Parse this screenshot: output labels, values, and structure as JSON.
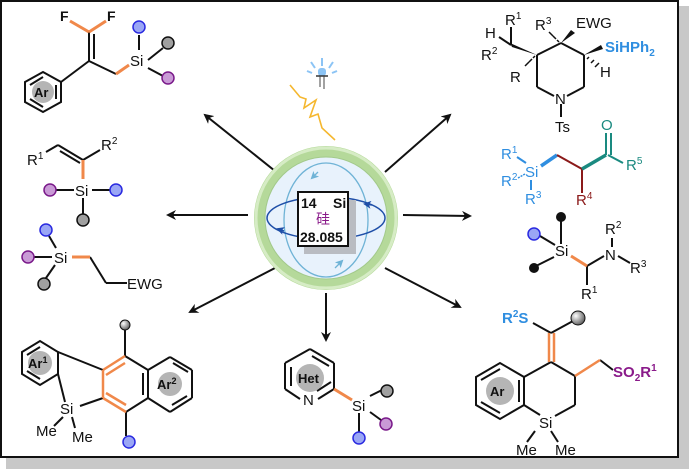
{
  "title": "Silicon-centered photochemical transformations overview",
  "colors": {
    "accent_orange": "#f0884a",
    "ring_green": "#b5d99a",
    "inner_blue": "#e8f2fc",
    "orbit_dark": "#1f4fa8",
    "orbit_light": "#6fb3d6",
    "si_blue": "#2f8ee0",
    "teal": "#1a8a80",
    "dark_red": "#8b1a1a",
    "purple": "#8a1a8a",
    "ball_blue": "#9aa6f5",
    "ball_purple": "#c99ad6",
    "ball_gray": "#a0a0a0"
  },
  "center": {
    "element": {
      "atomic_number": "14",
      "symbol": "Si",
      "chinese_name": "硅",
      "atomic_mass": "28.085"
    },
    "light_source": "LED"
  },
  "products": {
    "top_left": {
      "ring_label": "Ar",
      "atoms": [
        "F",
        "F",
        "Si"
      ]
    },
    "mid_left_1": {
      "labels": [
        "R",
        "1",
        "R",
        "2",
        "Si"
      ]
    },
    "mid_left_2": {
      "labels": [
        "Si",
        "EWG"
      ]
    },
    "bottom_left": {
      "ring1": "Ar",
      "ring1_sup": "1",
      "ring2": "Ar",
      "ring2_sup": "2",
      "si": "Si",
      "me1": "Me",
      "me2": "Me"
    },
    "bottom_center": {
      "ring_label": "Het",
      "n": "N",
      "si": "Si"
    },
    "top_right": {
      "r1": "R",
      "r1_sup": "1",
      "r2": "R",
      "r2_sup": "2",
      "r3": "R",
      "r3_sup": "3",
      "r": "R",
      "h1": "H",
      "h2": "H",
      "ewg": "EWG",
      "silyl": "SiHPh",
      "silyl_sub": "2",
      "n": "N",
      "ts": "Ts"
    },
    "mid_right_1": {
      "r1": "R",
      "r1_sup": "1",
      "r2": "R",
      "r2_sup": "2",
      "r3": "R",
      "r3_sup": "3",
      "si": "Si",
      "o": "O",
      "r4": "R",
      "r4_sup": "4",
      "r5": "R",
      "r5_sup": "5"
    },
    "mid_right_2": {
      "si": "Si",
      "n": "N",
      "r1": "R",
      "r1_sup": "1",
      "r2": "R",
      "r2_sup": "2",
      "r3": "R",
      "r3_sup": "3"
    },
    "bottom_right": {
      "r2s": "R",
      "r2s_sup": "2",
      "r2s_s": "S",
      "ring_label": "Ar",
      "so2": "SO",
      "so2_sub": "2",
      "so2_r": "R",
      "so2_r_sup": "1",
      "si": "Si",
      "me1": "Me",
      "me2": "Me"
    }
  }
}
